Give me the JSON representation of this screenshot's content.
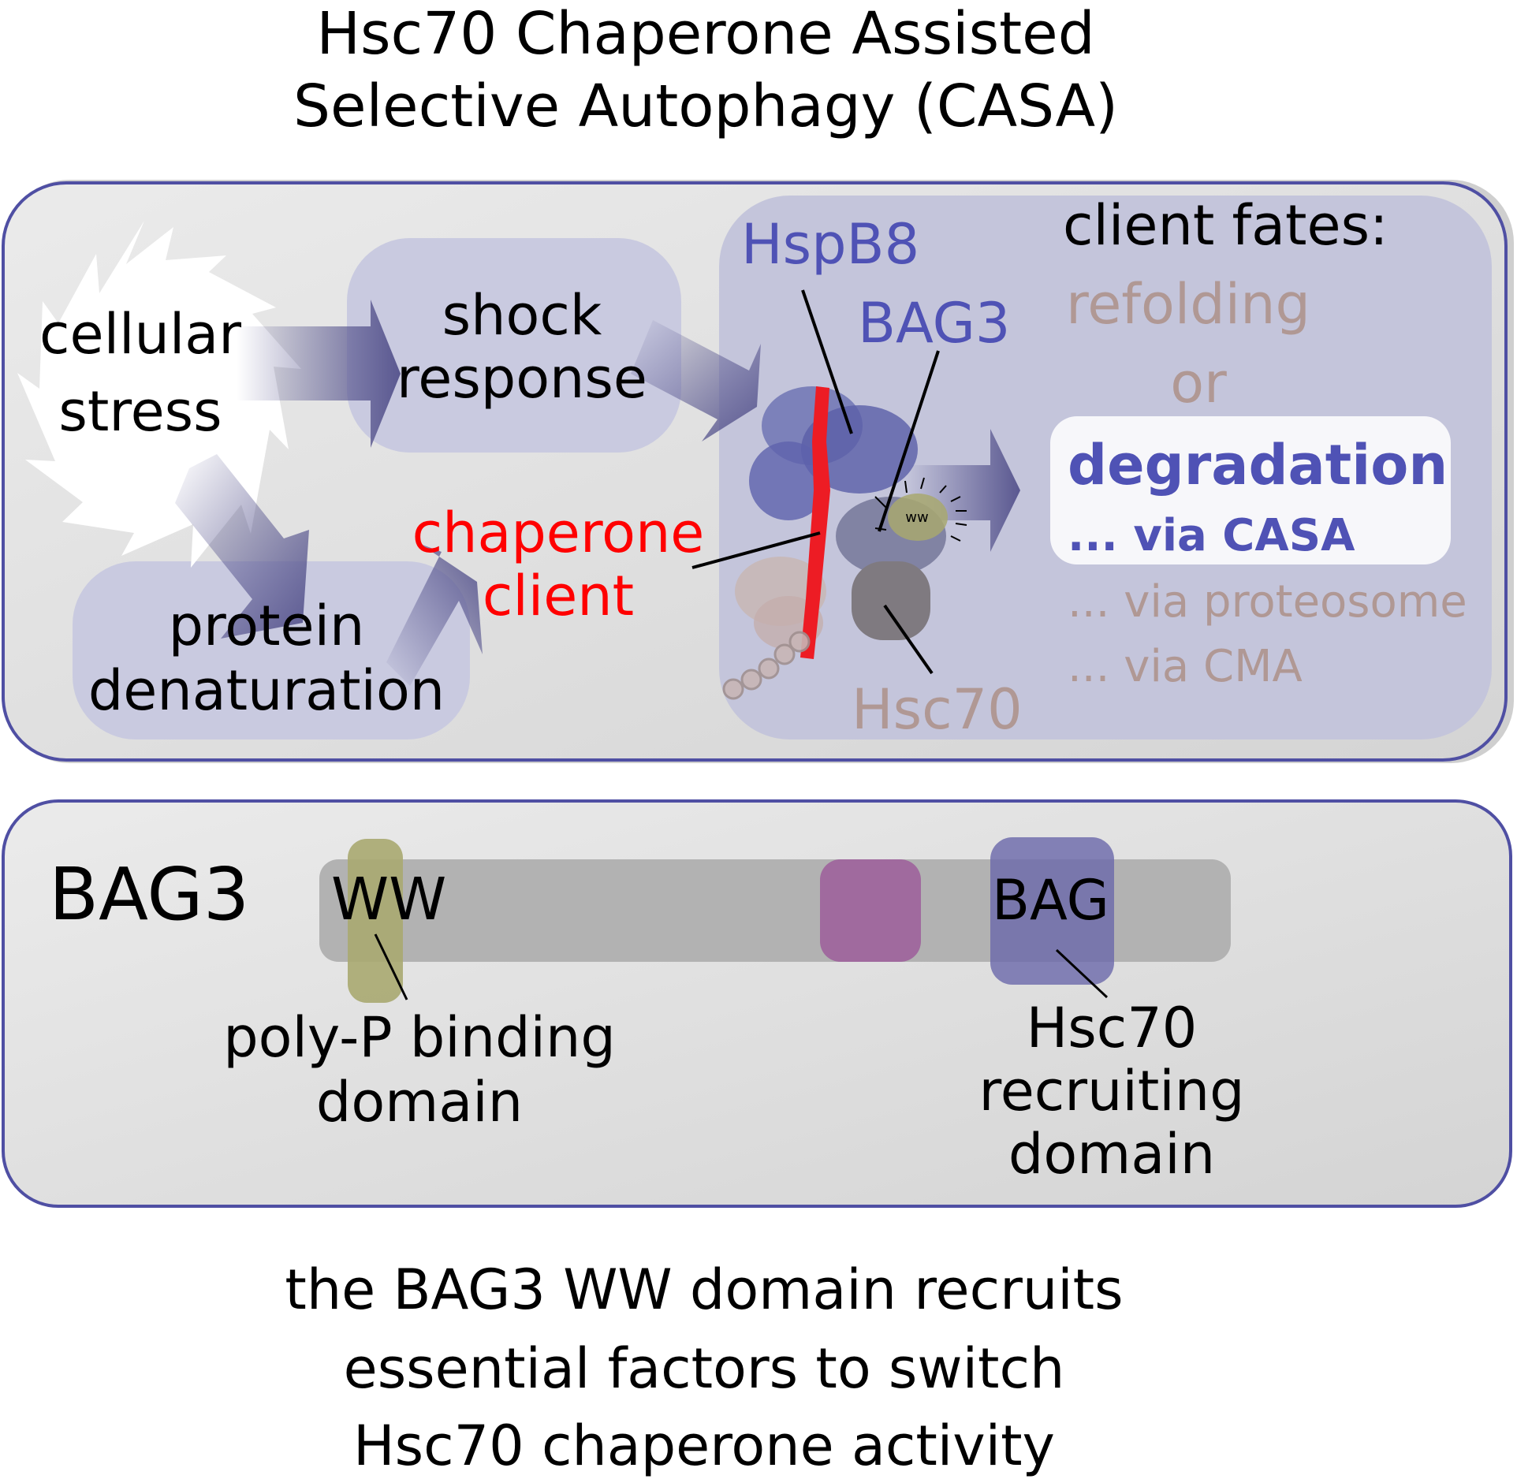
{
  "title": {
    "line1": "Hsc70 Chaperone Assisted",
    "line2": "Selective Autophagy (CASA)"
  },
  "pathway": {
    "stress": {
      "line1": "cellular",
      "line2": "stress"
    },
    "shock_response": {
      "line1": "shock",
      "line2": "response"
    },
    "denaturation": {
      "line1": "protein",
      "line2": "denaturation"
    },
    "client": {
      "line1": "chaperone",
      "line2": "client"
    }
  },
  "complex": {
    "hspb8_label": "HspB8",
    "bag3_label": "BAG3",
    "hsc70_label": "Hsc70",
    "ww_tag": "ww"
  },
  "client_fates": {
    "heading": "client fates:",
    "refolding": "refolding",
    "or": "or",
    "degradation": "degradation",
    "via_casa": "... via CASA",
    "via_proteosome": "... via proteosome",
    "via_cma": "... via CMA"
  },
  "bag3_domains": {
    "protein_label": "BAG3",
    "ww_label": "WW",
    "bag_label": "BAG",
    "ww_annotation": {
      "line1": "poly-P binding",
      "line2": "domain"
    },
    "bag_annotation": {
      "line1": "Hsc70",
      "line2": "recruiting",
      "line3": "domain"
    }
  },
  "caption": {
    "line1": "the BAG3 WW domain recruits",
    "line2": "essential factors to switch",
    "line3": "Hsc70 chaperone activity"
  },
  "colors": {
    "panel_border": "#4f4fa3",
    "accent_blue": "#4f52b5",
    "client_red": "#ff0000",
    "muted_fate": "#b09894",
    "ww_domain": "#a8a870",
    "middle_domain": "#a06a9e",
    "bag_domain": "#7272aa"
  }
}
